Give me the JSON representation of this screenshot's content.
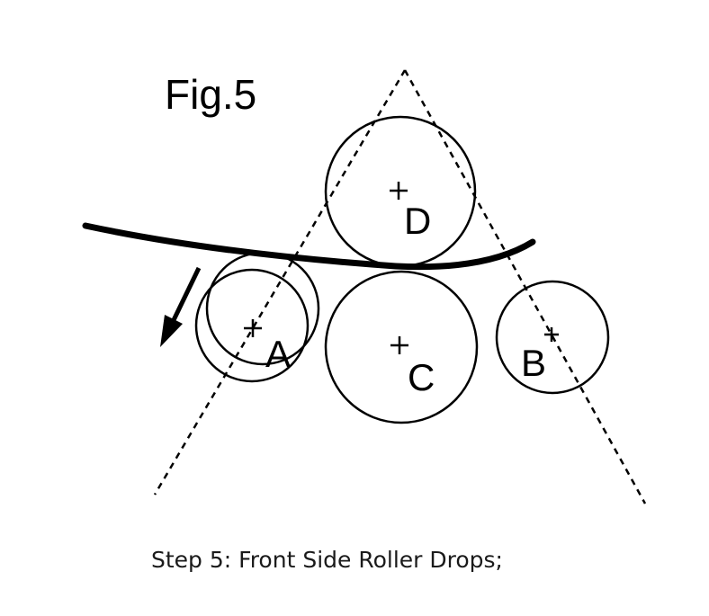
{
  "figure": {
    "title": "Fig.5",
    "caption": "Step 5: Front Side Roller Drops;"
  },
  "rollers": {
    "a": {
      "label": "A"
    },
    "b": {
      "label": "B"
    },
    "c": {
      "label": "C"
    },
    "d": {
      "label": "D"
    }
  },
  "colors": {
    "line": "#000000",
    "background": "#ffffff"
  }
}
